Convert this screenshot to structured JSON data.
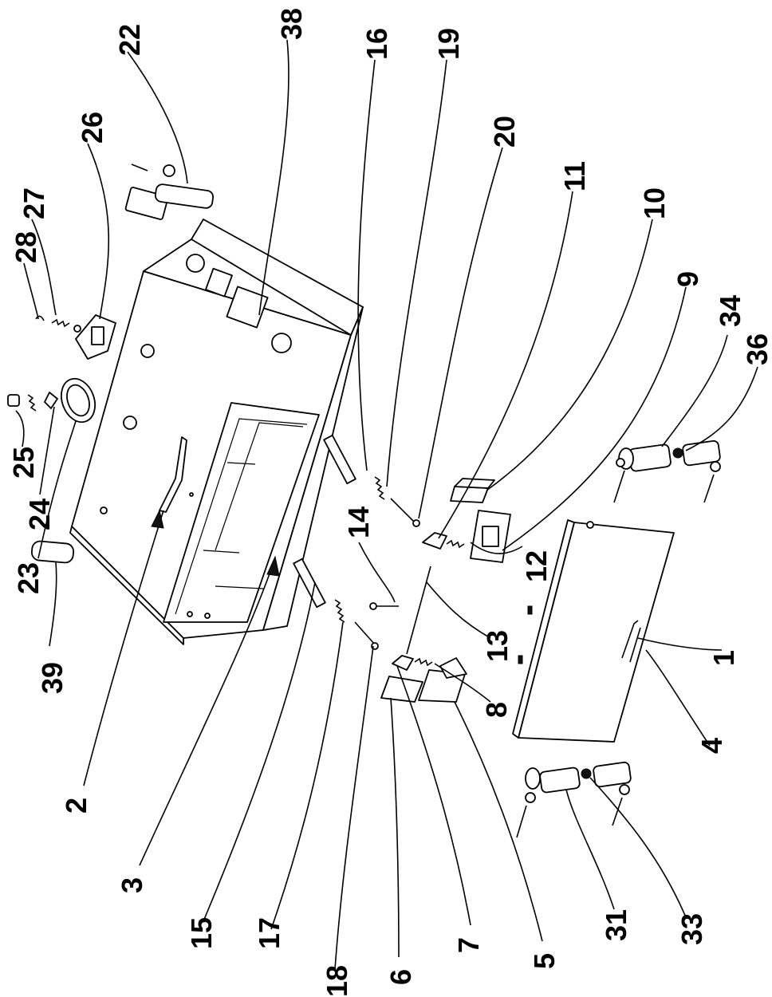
{
  "labels": {
    "l1": "1",
    "l2": "2",
    "l3": "3",
    "l4": "4",
    "l5": "5",
    "l6": "6",
    "l7": "7",
    "l8": "8",
    "l9": "9",
    "l10": "10",
    "l11": "11",
    "l12": "12",
    "l13": "13",
    "l14": "14",
    "l15": "15",
    "l16": "16",
    "l17": "17",
    "l18": "18",
    "l19": "19",
    "l20": "20",
    "l22": "22",
    "l23": "23",
    "l24": "24",
    "l25": "25",
    "l26": "26",
    "l27": "27",
    "l28": "28",
    "l31": "31",
    "l33": "33",
    "l34": "34",
    "l36": "36",
    "l38": "38",
    "l39": "39"
  }
}
